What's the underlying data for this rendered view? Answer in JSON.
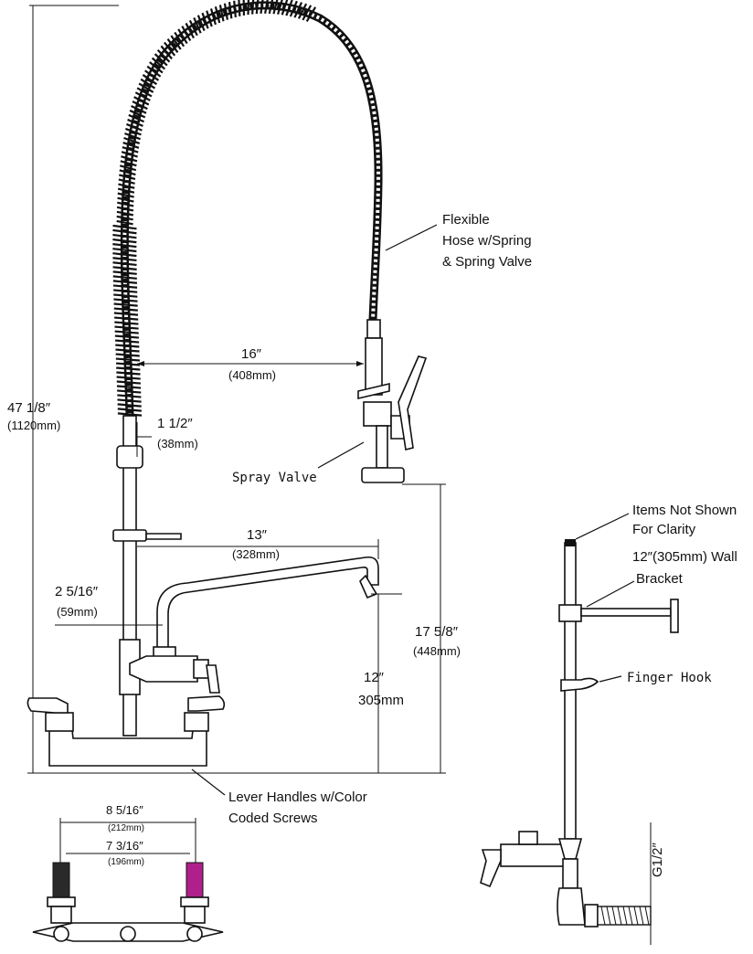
{
  "labels": {
    "flexible_hose": [
      "Flexible",
      "Hose w/Spring",
      "& Spring Valve"
    ],
    "spray_valve": "Spray Valve",
    "lever_handles": [
      "Lever Handles w/Color",
      "Coded Screws"
    ],
    "items_not_shown": [
      "Items Not Shown",
      "For Clarity"
    ],
    "wall_bracket": [
      "12″(305mm) Wall",
      "Bracket"
    ],
    "finger_hook": "Finger Hook"
  },
  "dimensions": {
    "overall_height": [
      "47 1/8″",
      "(1120mm)"
    ],
    "hose_reach": [
      "16″",
      "(408mm)"
    ],
    "spring_offset": [
      "1 1/2″",
      "(38mm)"
    ],
    "spout_length": [
      "13″",
      "(328mm)"
    ],
    "spout_offset": [
      "2 5/16″",
      "(59mm)"
    ],
    "spray_height": [
      "17 5/8″",
      "(448mm)"
    ],
    "spout_height": [
      "12″",
      "305mm"
    ],
    "outer_centers": [
      "8 5/16″",
      "(212mm)"
    ],
    "inner_centers": [
      "7 3/16″",
      "(196mm)"
    ],
    "thread": "G1/2″"
  },
  "colors": {
    "cold_screw": "#2a2a2a",
    "hot_screw": "#b0208a"
  }
}
